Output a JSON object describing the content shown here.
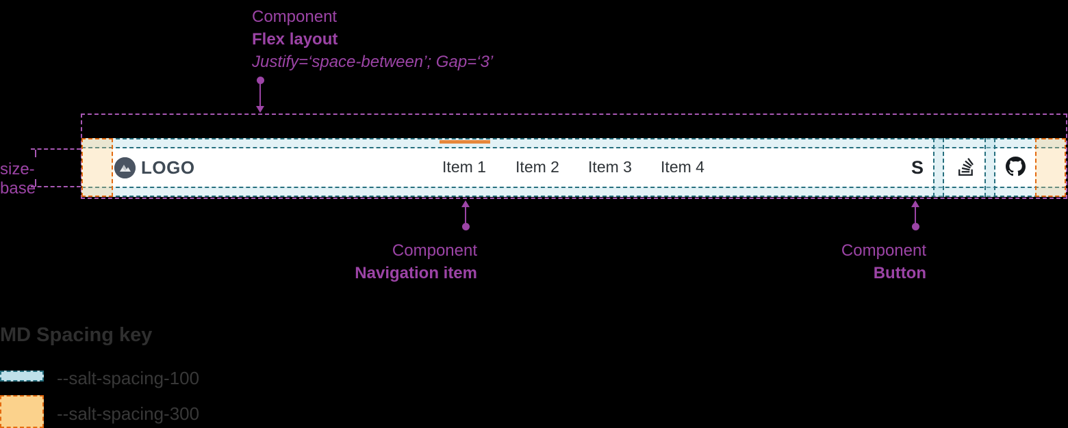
{
  "annotations": {
    "flex": {
      "line1": "Component",
      "line2": "Flex layout",
      "line3": "Justify=‘space-between’; Gap=‘3’"
    },
    "nav_item": {
      "line1": "Component",
      "line2": "Navigation item"
    },
    "button": {
      "line1": "Component",
      "line2": "Button"
    },
    "size_base": "size-base"
  },
  "navbar": {
    "logo": {
      "text": "LOGO",
      "icon": "mountain-logo-icon"
    },
    "items": [
      {
        "label": "Item 1",
        "active": true
      },
      {
        "label": "Item 2",
        "active": false
      },
      {
        "label": "Item 3",
        "active": false
      },
      {
        "label": "Item 4",
        "active": false
      }
    ],
    "buttons": [
      {
        "icon": "s-icon",
        "glyph": "S"
      },
      {
        "icon": "stackoverflow-icon"
      },
      {
        "icon": "github-icon"
      }
    ]
  },
  "legend": {
    "title": "MD Spacing key",
    "items": [
      {
        "token": "--salt-spacing-100",
        "swatch_fill": "#BFE0E9",
        "swatch_border": "#266F7E"
      },
      {
        "token": "--salt-spacing-300",
        "swatch_fill": "#FBD28C",
        "swatch_border": "#E36A10"
      }
    ]
  },
  "colors": {
    "annotation_purple": "#9C44A6",
    "outline_purple": "#A958B5",
    "spacing_100_border": "#266F7E",
    "spacing_300_border": "#E36A10",
    "active_indicator": "#E6873B",
    "navbar_bg": "#FFFFFF",
    "background": "#000000"
  }
}
